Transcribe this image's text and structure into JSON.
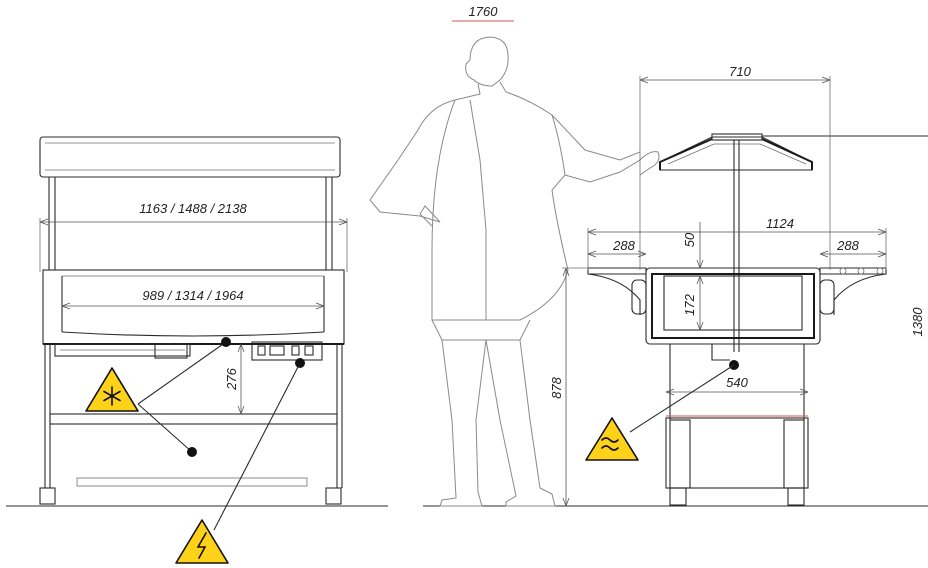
{
  "dimensions": {
    "front_width_outer": "1163 / 1488 / 2138",
    "front_width_inner": "989 / 1314 / 1964",
    "front_shelf_height": "276",
    "person_height": "1760",
    "side_canopy_width": "710",
    "side_total_width": "1124",
    "side_left_shelf": "288",
    "side_right_shelf": "288",
    "side_canopy_offset": "50",
    "side_well_depth": "172",
    "side_base_width": "540",
    "side_counter_height": "878",
    "side_total_height": "1380"
  },
  "warnings": [
    {
      "type": "refrigeration-hazard",
      "icon": "snowflake-icon"
    },
    {
      "type": "electrical-hazard",
      "icon": "lightning-icon"
    },
    {
      "type": "heating-hazard",
      "icon": "heat-waves-icon"
    }
  ],
  "colors": {
    "warning_fill": "#ffd21a",
    "accent_line": "#d9534f"
  }
}
